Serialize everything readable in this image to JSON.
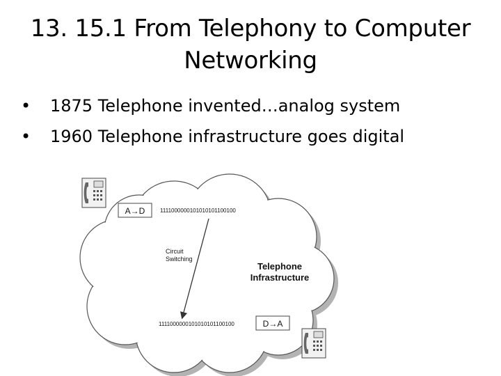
{
  "title": "13. 15.1 From Telephony to Computer Networking",
  "title_line1": "13. 15.1 From Telephony to Computer",
  "title_line2": "Networking",
  "bullets": [
    {
      "text": "1875 Telephone invented…analog system"
    },
    {
      "text": "1960 Telephone infrastructure goes digital"
    }
  ],
  "diagram": {
    "ad_label": "A→D",
    "da_label": "D→A",
    "bits_top": "1111000000101010101100100",
    "bits_bottom": "1111000000101010101100100",
    "circuit_line1": "Circuit",
    "circuit_line2": "Switching",
    "infra_line1": "Telephone",
    "infra_line2": "Infrastructure",
    "icons": [
      "telephone-icon",
      "telephone-icon"
    ]
  },
  "colors": {
    "cloud_shadow": "#b3b3b3",
    "line": "#333333"
  }
}
